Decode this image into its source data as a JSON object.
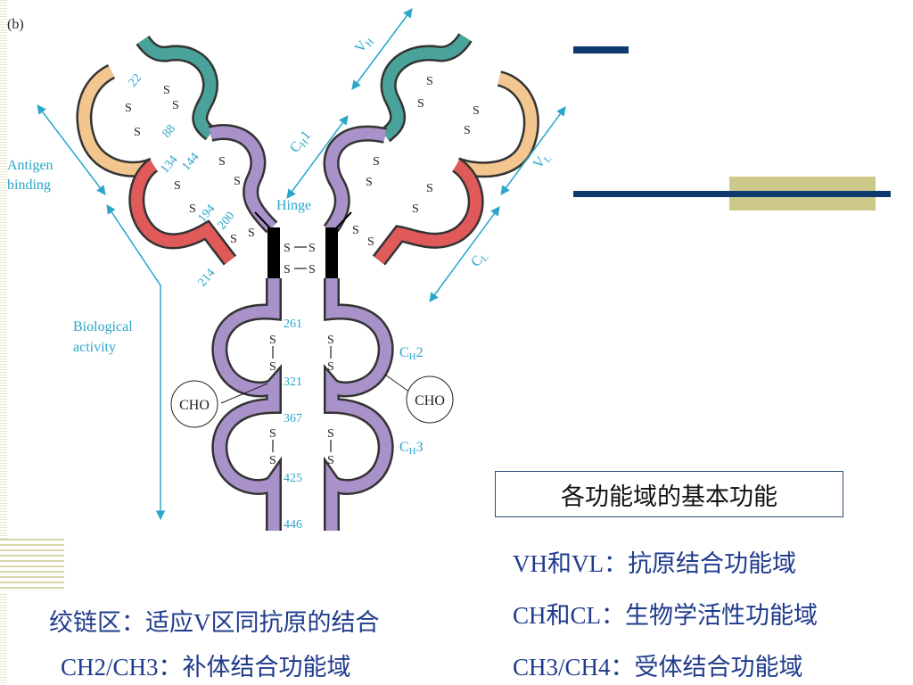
{
  "panel_label": "(b)",
  "diagram": {
    "antigen_binding": [
      "Antigen",
      "binding"
    ],
    "biological_activity": [
      "Biological",
      "activity"
    ],
    "hinge": "Hinge",
    "vh": "V",
    "vh_sub": "H",
    "vl": "V",
    "vl_sub": "L",
    "ch1": "C",
    "ch1_sub": "H",
    "ch1_suffix": "1",
    "cl": "C",
    "cl_sub": "L",
    "ch2": "C",
    "ch2_sub": "H",
    "ch2_suffix": "2",
    "ch3": "C",
    "ch3_sub": "H",
    "ch3_suffix": "3",
    "cho": "CHO",
    "ss": "S",
    "numbers": {
      "n22": "22",
      "n88": "88",
      "n134": "134",
      "n144": "144",
      "n194": "194",
      "n200": "200",
      "n214": "214",
      "n261": "261",
      "n321": "321",
      "n367": "367",
      "n425": "425",
      "n446": "446"
    }
  },
  "box_title": "各功能域的基本功能",
  "lines": {
    "vhvl_label": "VH和VL：",
    "vhvl_desc": "抗原结合功能域",
    "chcl_label": "CH和CL：",
    "chcl_desc": "生物学活性功能域",
    "ch3ch4_label": "CH3/CH4：",
    "ch3ch4_desc": "受体结合功能域",
    "hinge_label": "绞链区：",
    "hinge_desc": "适应V区同抗原的结合",
    "ch2ch3_label": "CH2/CH3：",
    "ch2ch3_desc": "补体结合功能域"
  },
  "colors": {
    "vh": "#4aa39a",
    "vl": "#f2c68e",
    "ch": "#a892c9",
    "cl": "#e05a5a",
    "hinge": "#000000",
    "annotation": "#2aa6c9",
    "accent_bar": "#0f3a6e",
    "olive_bar": "#cdc98a"
  }
}
